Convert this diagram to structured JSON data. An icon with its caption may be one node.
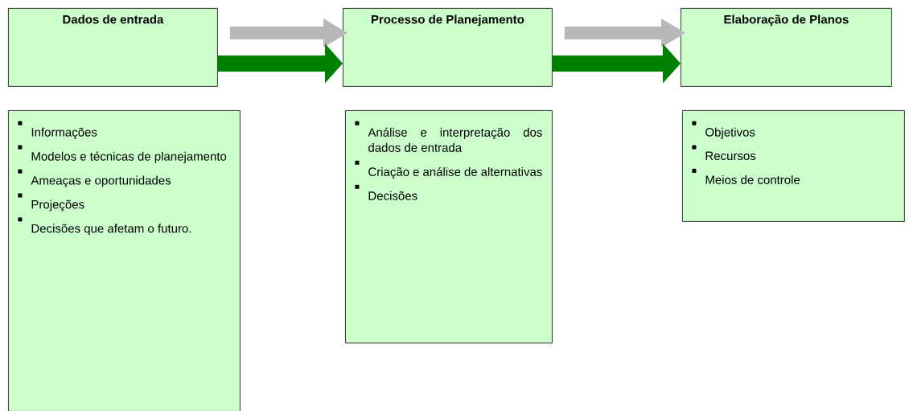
{
  "diagram": {
    "nodes": [
      {
        "text": [
          "Dados de entrada"
        ]
      },
      {
        "text": [
          "Processo de Planejamento"
        ]
      },
      {
        "text": [
          "Elaboração de Planos"
        ]
      },
      {
        "text": [
          "Informações",
          "Modelos e técnicas de planejamento",
          "Ameaças e oportunidades",
          "Projeções",
          "Decisões que afetam o futuro."
        ]
      },
      {
        "text": [
          "Análise e interpretação dos dados de entrada",
          "Criação e análise de alternativas",
          "Decisões"
        ]
      },
      {
        "text": [
          "Objetivos",
          "Recursos",
          "Meios de controle"
        ]
      }
    ],
    "edges": [
      {
        "from": 0,
        "to": 1,
        "arrow": "to"
      },
      {
        "from": 1,
        "to": 2,
        "arrow": "to"
      }
    ]
  }
}
